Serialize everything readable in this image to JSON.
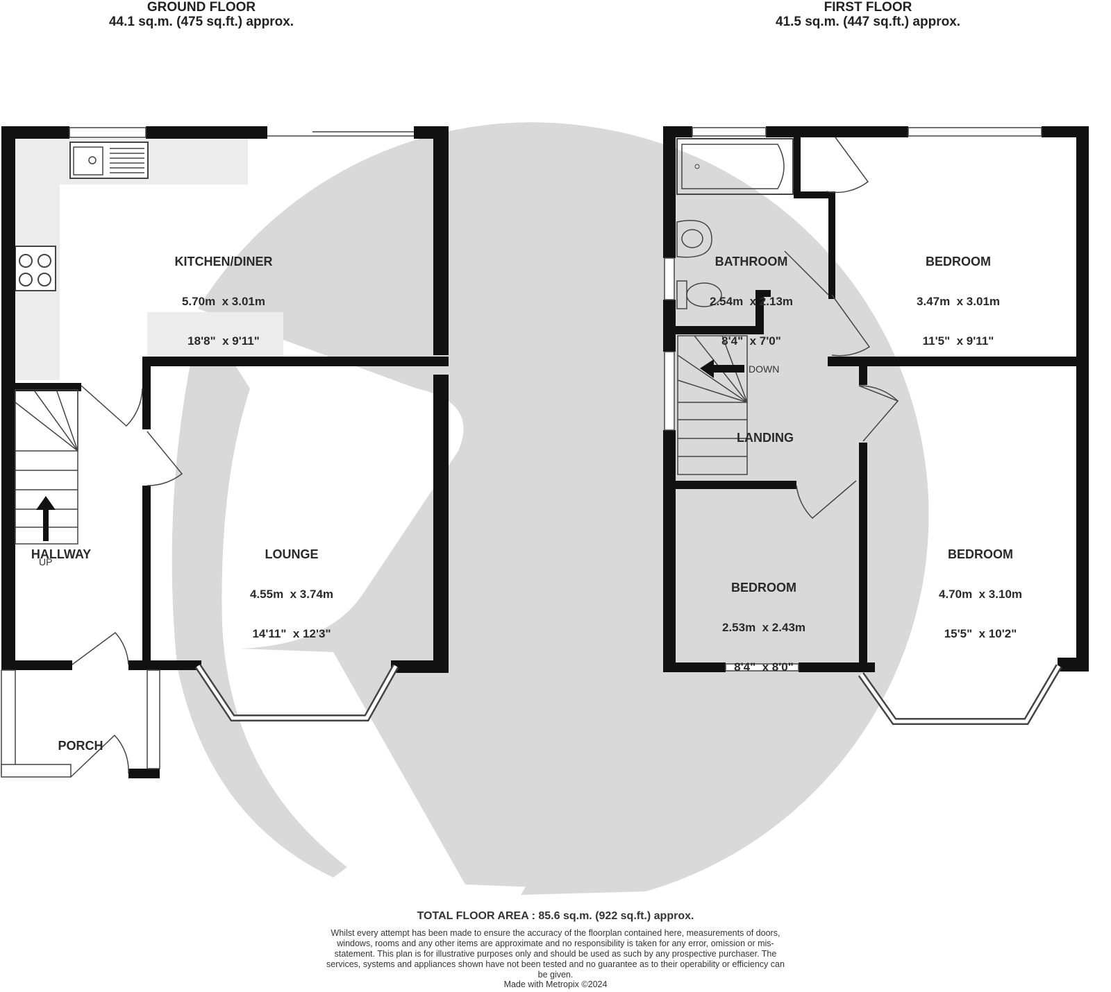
{
  "ground_floor": {
    "title": "GROUND FLOOR",
    "area": "44.1 sq.m. (475 sq.ft.) approx.",
    "rooms": {
      "kitchen": {
        "name": "KITCHEN/DINER",
        "metric": "5.70m  x 3.01m",
        "imperial": "18'8\"  x 9'11\""
      },
      "lounge": {
        "name": "LOUNGE",
        "metric": "4.55m  x 3.74m",
        "imperial": "14'11\"  x 12'3\""
      },
      "hallway": {
        "name": "HALLWAY"
      },
      "porch": {
        "name": "PORCH"
      }
    },
    "stairs_label": "UP"
  },
  "first_floor": {
    "title": "FIRST FLOOR",
    "area": "41.5 sq.m. (447 sq.ft.) approx.",
    "rooms": {
      "bathroom": {
        "name": "BATHROOM",
        "metric": "2.54m  x 2.13m",
        "imperial": "8'4\"  x 7'0\""
      },
      "bedroom_rear": {
        "name": "BEDROOM",
        "metric": "3.47m  x 3.01m",
        "imperial": "11'5\"  x 9'11\""
      },
      "bedroom_front": {
        "name": "BEDROOM",
        "metric": "4.70m  x 3.10m",
        "imperial": "15'5\"  x 10'2\""
      },
      "bedroom_small": {
        "name": "BEDROOM",
        "metric": "2.53m  x 2.43m",
        "imperial": "8'4\"  x 8'0\""
      },
      "landing": {
        "name": "LANDING"
      }
    },
    "stairs_label": "DOWN"
  },
  "footer": {
    "total": "TOTAL FLOOR AREA : 85.6 sq.m. (922 sq.ft.) approx.",
    "disclaimer": "Whilst every attempt has been made to ensure the accuracy of the floorplan contained here, measurements of doors, windows, rooms and any other items are approximate and no responsibility is taken for any error, omission or mis-statement. This plan is for illustrative purposes only and should be used as such by any prospective purchaser. The services, systems and appliances shown have not been tested and no guarantee as to their operability or efficiency can be given.",
    "made_with": "Made with Metropix ©2024"
  },
  "colors": {
    "wall": "#111111",
    "watermark": "#d9d9d9",
    "fixture_shade": "#ececec"
  }
}
